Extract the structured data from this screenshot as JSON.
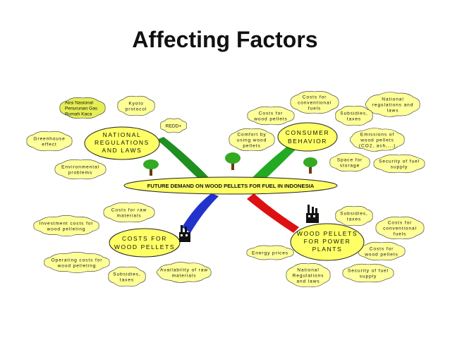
{
  "slide": {
    "title": "Affecting Factors"
  },
  "diagram": {
    "center": "FUTURE DEMAND ON WOOD PELLETS FOR FUEL IN INDONESIA",
    "hubs": [
      {
        "id": "national",
        "lines": [
          "NATIONAL",
          "REGULATIONS",
          "AND LAWS"
        ]
      },
      {
        "id": "consumer",
        "lines": [
          "CONSUMER",
          "BEHAVIOR"
        ]
      },
      {
        "id": "costs",
        "lines": [
          "COSTS FOR",
          "WOOD PELLETS"
        ]
      },
      {
        "id": "power",
        "lines": [
          "WOOD PELLETS",
          "FOR POWER",
          "PLANTS"
        ]
      }
    ],
    "clouds": [
      {
        "id": "aksi",
        "lines": [
          "Aksi Nasional",
          "Penurunan Gas",
          "Rumah Kaca"
        ]
      },
      {
        "id": "kyoto",
        "lines": [
          "Kyoto",
          "protocol"
        ]
      },
      {
        "id": "redd",
        "lines": [
          "REDD+"
        ]
      },
      {
        "id": "greenhouse",
        "lines": [
          "Greenhouse",
          "effect"
        ]
      },
      {
        "id": "environmental",
        "lines": [
          "Environmental",
          "problems"
        ]
      },
      {
        "id": "costs-conv-top",
        "lines": [
          "Costs for",
          "conventional",
          "fuels"
        ]
      },
      {
        "id": "national-regs-top",
        "lines": [
          "National",
          "regulations and",
          "laws"
        ]
      },
      {
        "id": "costs-wood-top",
        "lines": [
          "Costs for",
          "wood pellets"
        ]
      },
      {
        "id": "subsidies-top",
        "lines": [
          "Subsidies,",
          "taxes"
        ]
      },
      {
        "id": "comfort",
        "lines": [
          "Comfort by",
          "using wood",
          "pellets"
        ]
      },
      {
        "id": "emissions",
        "lines": [
          "Emissions of",
          "wood pellets",
          "(CO2, ash,...)"
        ]
      },
      {
        "id": "space",
        "lines": [
          "Space for",
          "storage"
        ]
      },
      {
        "id": "security-top",
        "lines": [
          "Security of fuel",
          "supply"
        ]
      },
      {
        "id": "costs-raw",
        "lines": [
          "Costs for raw",
          "materials"
        ]
      },
      {
        "id": "investment",
        "lines": [
          "Investment costs for",
          "wood pelleting"
        ]
      },
      {
        "id": "operating",
        "lines": [
          "Operating costs for",
          "wood pelleting"
        ]
      },
      {
        "id": "subsidies-bottom-left",
        "lines": [
          "Subsidies,",
          "taxes"
        ]
      },
      {
        "id": "availability",
        "lines": [
          "Availability of raw",
          "materials"
        ]
      },
      {
        "id": "subsidies-bottom-right",
        "lines": [
          "Subsidies,",
          "taxes"
        ]
      },
      {
        "id": "costs-conv-bottom",
        "lines": [
          "Costs for",
          "conventional",
          "fuels"
        ]
      },
      {
        "id": "energy",
        "lines": [
          "Energy prices"
        ]
      },
      {
        "id": "costs-wood-bottom",
        "lines": [
          "Costs for",
          "wood pellets"
        ]
      },
      {
        "id": "national-regs-bottom",
        "lines": [
          "National",
          "Regulations",
          "and laws"
        ]
      },
      {
        "id": "security-bottom",
        "lines": [
          "Security of fuel",
          "supply"
        ]
      }
    ],
    "colors": {
      "cloud_fill": "#ffff99",
      "cloud_stroke": "#333333",
      "aksi_fill": "#e6ee55",
      "hub_fill": "#ffff66",
      "center_fill": "#ffff66",
      "branch_national": "#1f8f1f",
      "branch_consumer": "#22aa22",
      "branch_costs": "#2233cc",
      "branch_power": "#dd1111",
      "tree_canopy": "#33aa22",
      "tree_trunk": "#6b3a12"
    }
  }
}
